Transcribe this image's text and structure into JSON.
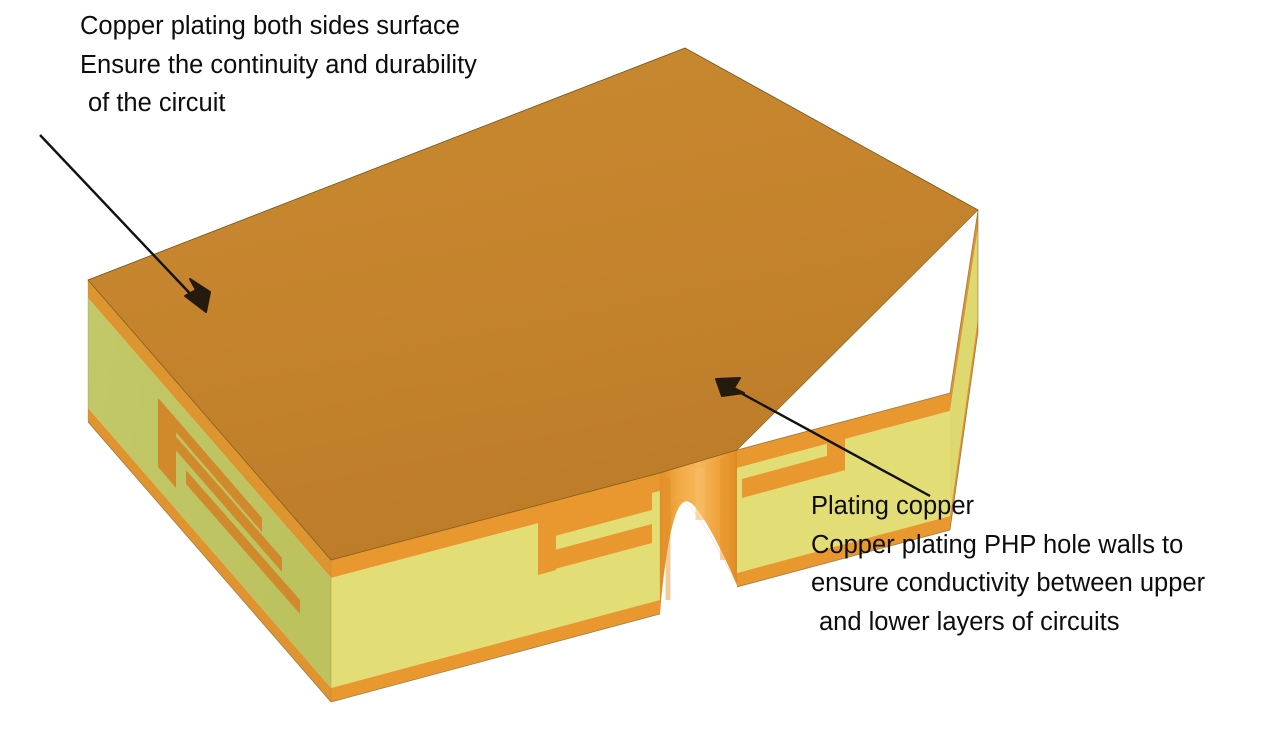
{
  "figure": {
    "subject": "PCB copper plating cross-section illustration",
    "background_color": "#ffffff"
  },
  "annotations": {
    "top_left": {
      "name": "copper-plating-surface-callout",
      "line1": "Copper plating both sides surface",
      "line2": "Ensure the continuity and durability",
      "line3": "of the circuit",
      "text_color": "#0d0d0d",
      "arrow_color": "#111111"
    },
    "right": {
      "name": "plating-copper-hole-callout",
      "line1": "Plating copper",
      "line2": "Copper plating PHP hole walls to",
      "line3": "ensure conductivity between upper",
      "line4": "and lower layers of circuits",
      "text_color": "#0d0d0d",
      "arrow_color": "#111111"
    }
  },
  "board": {
    "top_copper_color": "#c4832c",
    "top_copper_edge_color": "#e09a33",
    "substrate_left_color": "#bfc463",
    "substrate_front_color": "#e2dd74",
    "substrate_right_color": "#ddd96f",
    "trace_copper_color": "#e8982e",
    "trace_copper_left_color": "#d08a2c",
    "bottom_copper_color": "#e8982e",
    "hole_plating_color": "#efa33c",
    "hole_plating_shade_color": "#e08c28",
    "hole_plating_highlight_color": "#f4b457",
    "outline_color": "#6d5a22"
  },
  "layers": {
    "top_copper": "top copper layer",
    "substrate": "FR4 dielectric substrate",
    "inner_traces": "inner copper circuit traces",
    "bottom_copper": "bottom copper layer",
    "plated_hole": "plated half hole (PHP castellation)"
  }
}
